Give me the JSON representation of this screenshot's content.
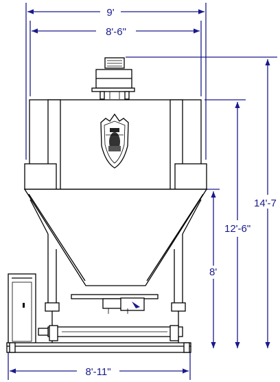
{
  "dimensions": {
    "overall_width": "9'",
    "hopper_width": "8'-6\"",
    "total_height": "14'-7",
    "hopper_height": "12'-6\"",
    "leg_height": "8'",
    "base_width": "8'-11\""
  },
  "colors": {
    "dimension_lines": "#1a1a8c",
    "linework": "#000000"
  },
  "icons": {
    "emblem": "heraldic-crest-icon",
    "motor": "motor-icon"
  }
}
